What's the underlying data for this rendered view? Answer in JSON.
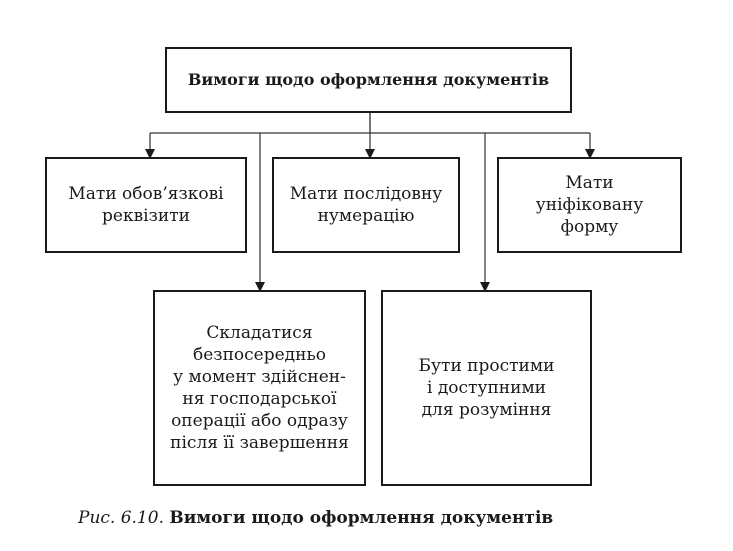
{
  "diagram": {
    "root": "Вимоги щодо оформлення документів",
    "row1": [
      "Мати обов’язкові\nреквізити",
      "Мати послідовну\nнумерацію",
      "Мати\nуніфіковану\nформу"
    ],
    "row2": [
      "Складатися\nбезпосередньо\nу момент здійснен-\nня господарської\nоперації або одразу\nпісля її завершення",
      "Бути простими\nі доступними\nдля розуміння"
    ]
  },
  "caption": {
    "prefix": "Рис. 6.10.",
    "title": "Вимоги щодо оформлення документів"
  }
}
